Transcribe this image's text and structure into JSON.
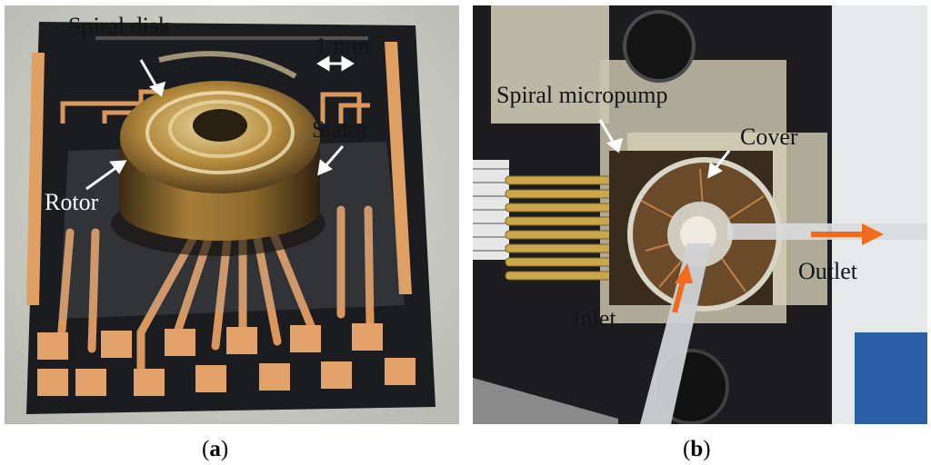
{
  "panel_a": {
    "labels": {
      "spiral_disk": "Spiral disk",
      "scale": "1 mm",
      "stator": "Stator",
      "rotor": "Rotor"
    },
    "caption_letter": "a"
  },
  "panel_b": {
    "labels": {
      "spiral_micropump": "Spiral micropump",
      "cover": "Cover",
      "outlet": "Outlet",
      "inlet": "Inlet"
    },
    "caption_letter": "b"
  },
  "colors": {
    "substrate": "#1b1c1f",
    "copper_trace": "#d9975e",
    "pad": "#e2a26a",
    "rotor_gold": "#b48a3c",
    "arrow_orange": "#f26a1b"
  }
}
